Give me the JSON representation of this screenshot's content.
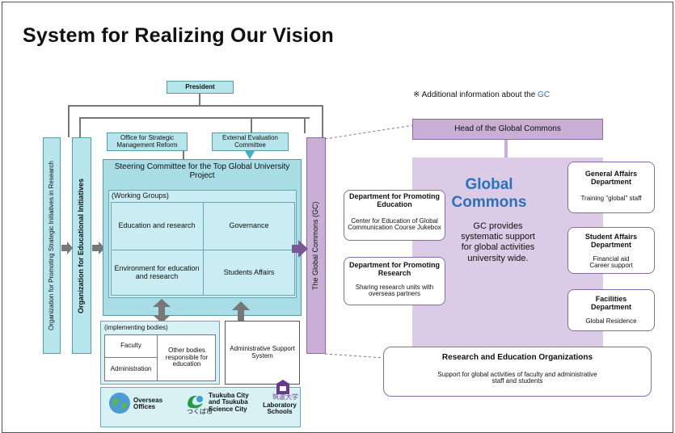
{
  "page": {
    "title": "System for Realizing Our Vision"
  },
  "left": {
    "president": "President",
    "org_strategic": "Organization for Promoting Strategic Initiatives in Research",
    "org_educational": "Organization for Educational Initiatives",
    "office_strategic": "Office for Strategic Management Reform",
    "external_eval": "External Evaluation Committee",
    "steering": "Steering Committee for the Top Global University Project",
    "working_groups": {
      "label": "(Working Groups)",
      "cells": [
        "Education and research",
        "Governance",
        "Environment for education and research",
        "Students Affairs"
      ]
    },
    "global_commons_vertical": "The Global Commons (GC)",
    "implementing": {
      "label": "(implementing bodies)",
      "faculty": "Faculty",
      "administration": "Administration",
      "other": "Other bodies responsible for education"
    },
    "admin_support": "Administrative Support System",
    "bottom": {
      "overseas": "Overseas Offices",
      "tsukuba_logo": "つくば市",
      "tsukuba": "Tsukuba City and Tsukuba Science City",
      "lab_logo": "筑波大学",
      "lab": "Laboratory Schools"
    }
  },
  "right": {
    "note_prefix": "※ Additional information about the ",
    "note_gc": "GC",
    "head": "Head of the Global Commons",
    "gc_title_1": "Global",
    "gc_title_2": "Commons",
    "gc_desc": "GC provides systematic support for global activities university wide.",
    "dept_education": {
      "title": "Department for Promoting Education",
      "desc": "Center for Education of Global Communication Course Jukebox"
    },
    "dept_research": {
      "title": "Department for Promoting Research",
      "desc": "Sharing research units with overseas partners"
    },
    "general_affairs": {
      "title": "General Affairs Department",
      "desc": "Training \"global\" staff"
    },
    "student_affairs": {
      "title": "Student Affairs Department",
      "desc": "Financial aid Career support"
    },
    "facilities": {
      "title": "Facilities Department",
      "desc": "Global Residence"
    },
    "research_orgs": {
      "title": "Research and Education Organizations",
      "desc": "Support for global activities of faculty and administrative staff and students"
    }
  },
  "colors": {
    "cyan": "#b7e5ec",
    "purple": "#c9afd6",
    "accent_blue": "#2a71b8",
    "arrow_gray": "#777777"
  }
}
